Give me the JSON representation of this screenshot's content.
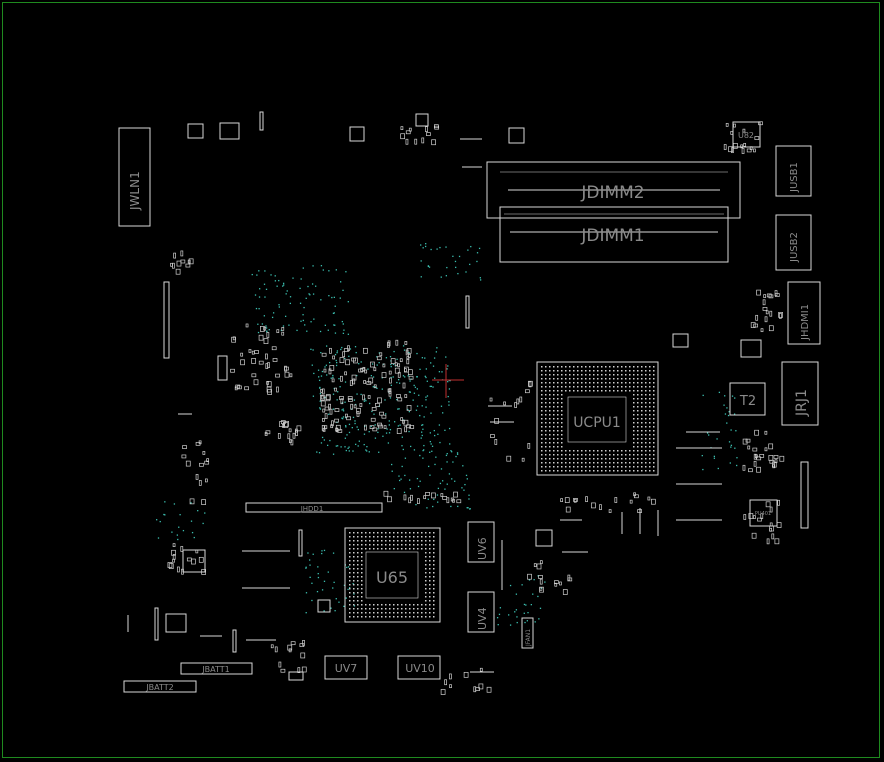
{
  "board": {
    "frame_color": "#1f8a1f",
    "trace_color": "#d8d8d8",
    "via_color": "#3bbfb0",
    "crosshair_color": "#c03030"
  },
  "labels": {
    "jdimm2": "JDIMM2",
    "jdimm1": "JDIMM1",
    "jwln1": "JWLN1",
    "jusb1": "JUSB1",
    "jusb2": "JUSB2",
    "jhdmi1": "JHDMI1",
    "jrj1": "JRJ1",
    "t2": "T2",
    "u82": "U82",
    "ucpu": "UCPU1",
    "u65": "U65",
    "uv6": "UV6",
    "uv4": "UV4",
    "uv7": "UV7",
    "uv10": "UV10",
    "jhdd1": "JHDD1",
    "jbatt1": "JBATT1",
    "jbatt2": "JBATT2",
    "jfan1": "JFAN1",
    "pu401": "PU401"
  }
}
